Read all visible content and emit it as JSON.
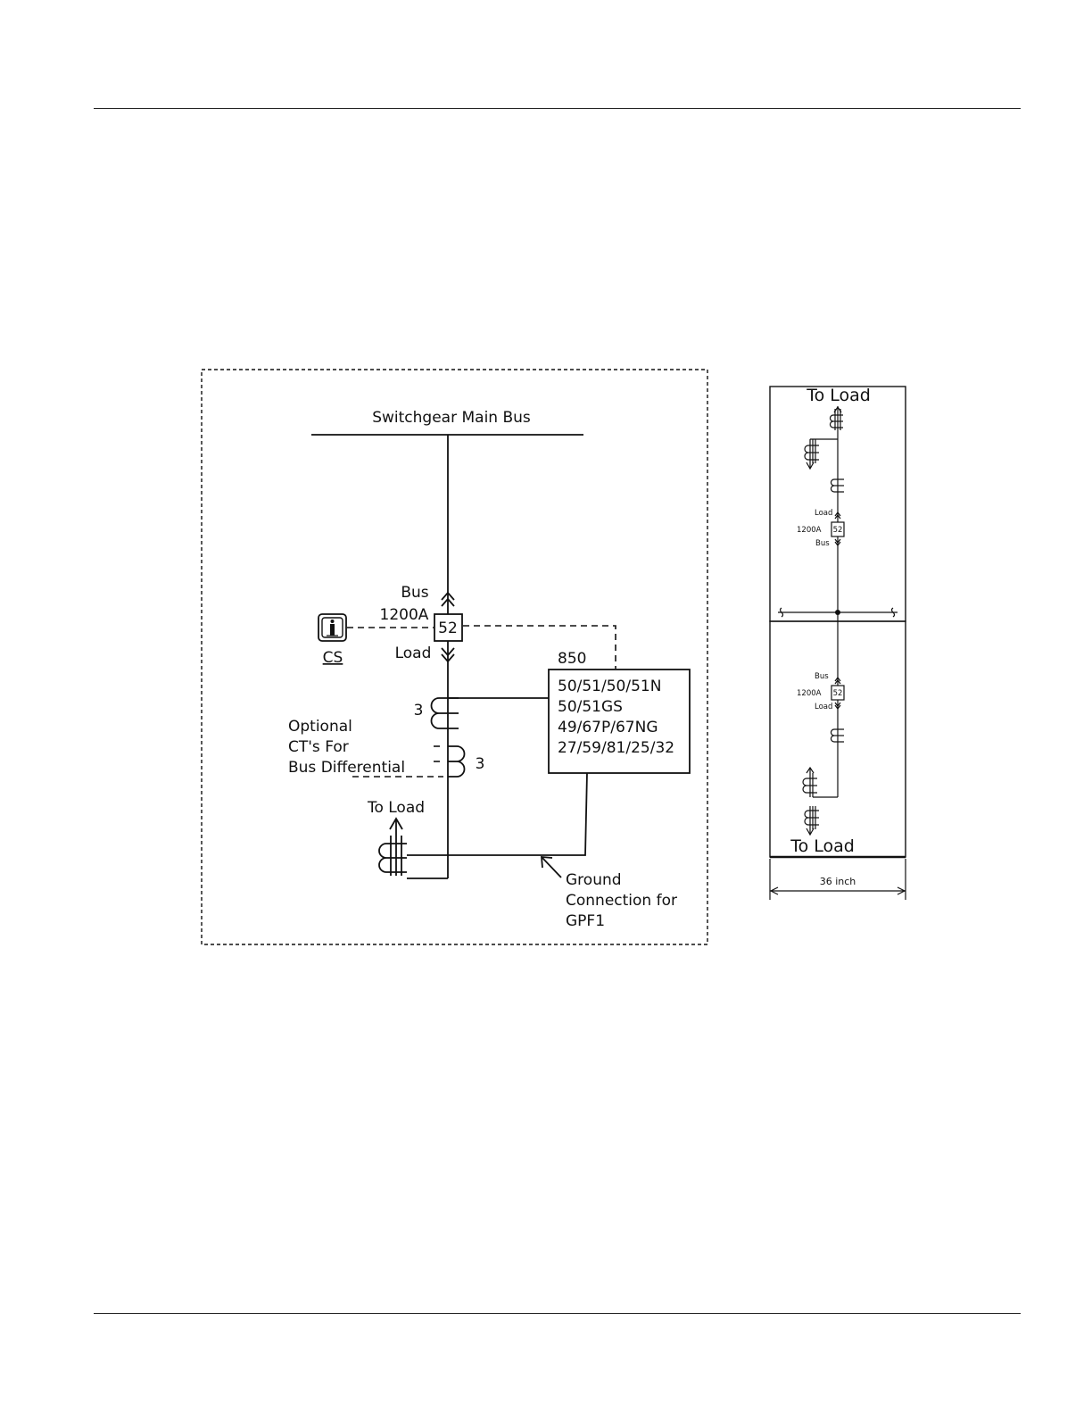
{
  "main": {
    "main_bus_label": "Switchgear Main Bus",
    "breaker_number": "52",
    "breaker_rating": "1200A",
    "bus_label": "Bus",
    "load_label": "Load",
    "control_switch_label": "CS",
    "relay_model": "850",
    "relay_functions": [
      "50/51/50/51N",
      "50/51GS",
      "49/67P/67NG",
      "27/59/81/25/32"
    ],
    "ct_count_main": "3",
    "ct_count_optional": "3",
    "optional_ct_note": [
      "Optional",
      "CT's For",
      "Bus Differential"
    ],
    "to_load_label": "To Load",
    "ground_note": [
      "Ground",
      "Connection for",
      "GPF1"
    ]
  },
  "elevation": {
    "top_to_load": "To Load",
    "top_load": "Load",
    "top_rating": "1200A",
    "top_breaker": "52",
    "top_bus": "Bus",
    "bottom_bus": "Bus",
    "bottom_rating": "1200A",
    "bottom_breaker": "52",
    "bottom_load": "Load",
    "bottom_to_load": "To Load",
    "width_label": "36 inch"
  }
}
